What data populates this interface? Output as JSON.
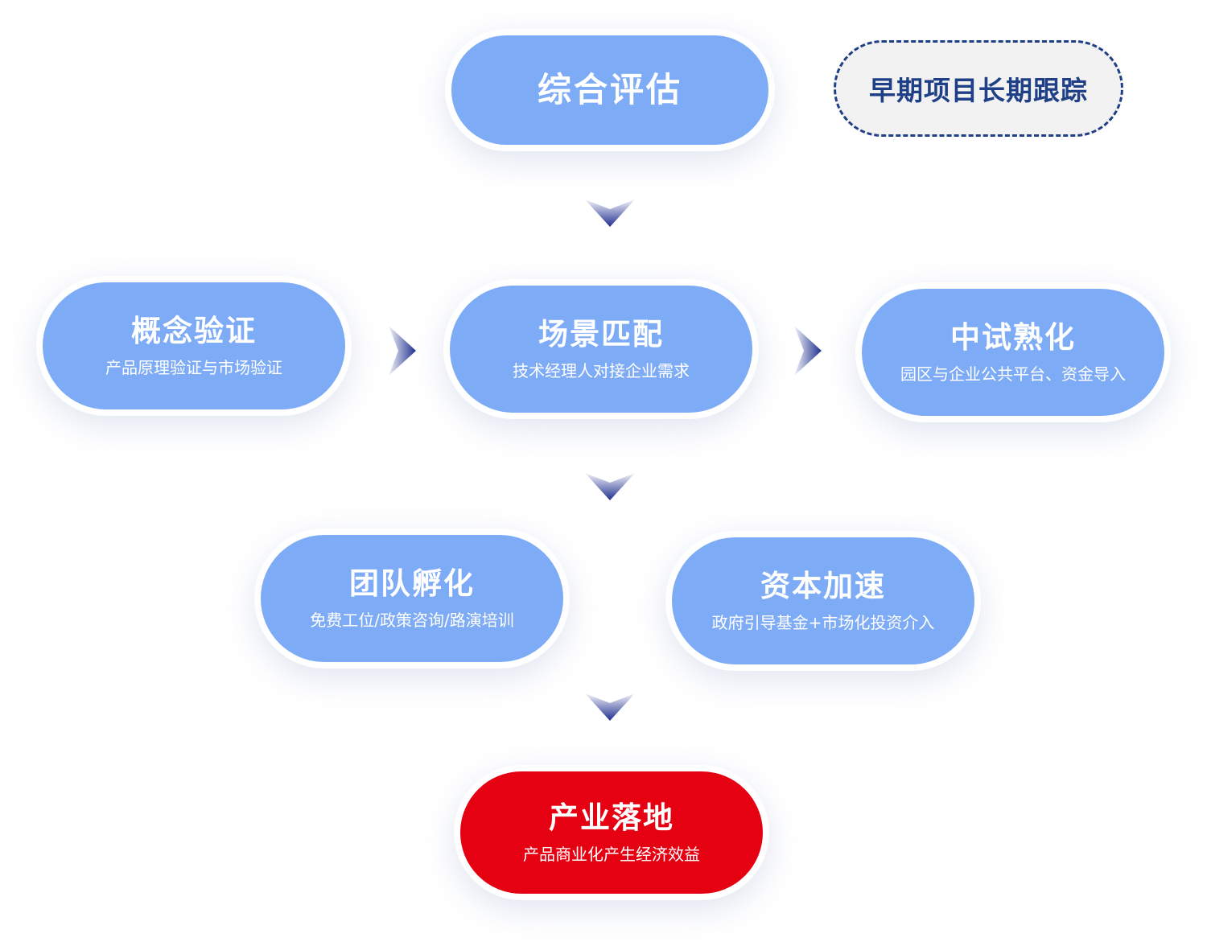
{
  "nodes": {
    "evaluate": {
      "title": "综合评估"
    },
    "tracking": {
      "title": "早期项目长期跟踪"
    },
    "concept": {
      "title": "概念验证",
      "sub": "产品原理验证与市场验证"
    },
    "scene": {
      "title": "场景匹配",
      "sub": "技术经理人对接企业需求"
    },
    "pilot": {
      "title": "中试熟化",
      "sub": "园区与企业公共平台、资金导入"
    },
    "team": {
      "title": "团队孵化",
      "sub": "免费工位/政策咨询/路演培训"
    },
    "capital": {
      "title": "资本加速",
      "sub": "政府引导基金+市场化投资介入"
    },
    "industry": {
      "title": "产业落地",
      "sub": "产品商业化产生经济效益"
    }
  },
  "colors": {
    "node_blue": "#7eabf6",
    "node_red": "#e50012",
    "tracking_border": "#1f3f86",
    "tracking_bg": "#f2f2f2",
    "arrow": "#1f2f8f"
  }
}
